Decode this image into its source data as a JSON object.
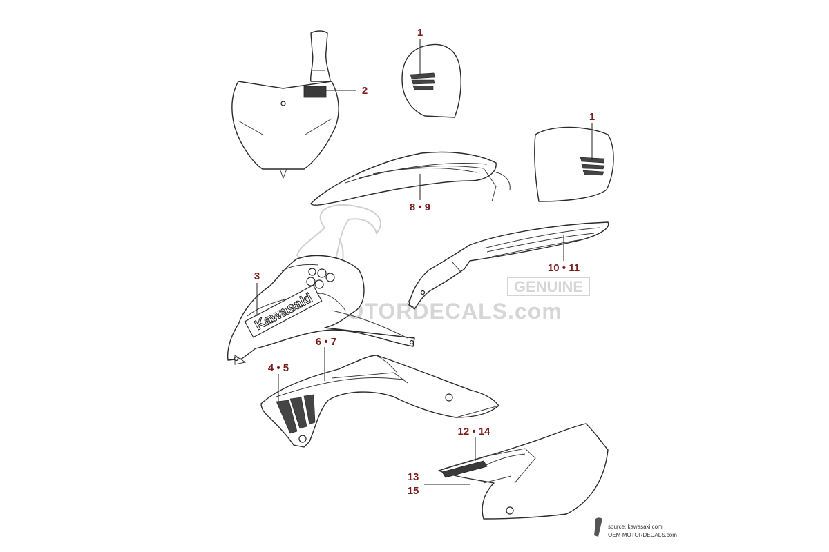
{
  "watermark": {
    "genuine": "GENUINE",
    "site": "OEM-MOTORDECALS.com"
  },
  "parts": {
    "fairing_logo_text": "Kawasaki"
  },
  "callouts": [
    {
      "id": "c1a",
      "label": "1"
    },
    {
      "id": "c1b",
      "label": "1"
    },
    {
      "id": "c2",
      "label": "2"
    },
    {
      "id": "c3",
      "label": "3"
    },
    {
      "id": "c45",
      "label": "4 • 5"
    },
    {
      "id": "c67",
      "label": "6 • 7"
    },
    {
      "id": "c89",
      "label": "8 • 9"
    },
    {
      "id": "c1011",
      "label": "10 • 11"
    },
    {
      "id": "c1214",
      "label": "12 • 14"
    },
    {
      "id": "c13",
      "label": "13"
    },
    {
      "id": "c15",
      "label": "15"
    }
  ],
  "credit": {
    "source": "source: kawasaki.com",
    "site": "OEM-MOTORDECALS.com"
  }
}
